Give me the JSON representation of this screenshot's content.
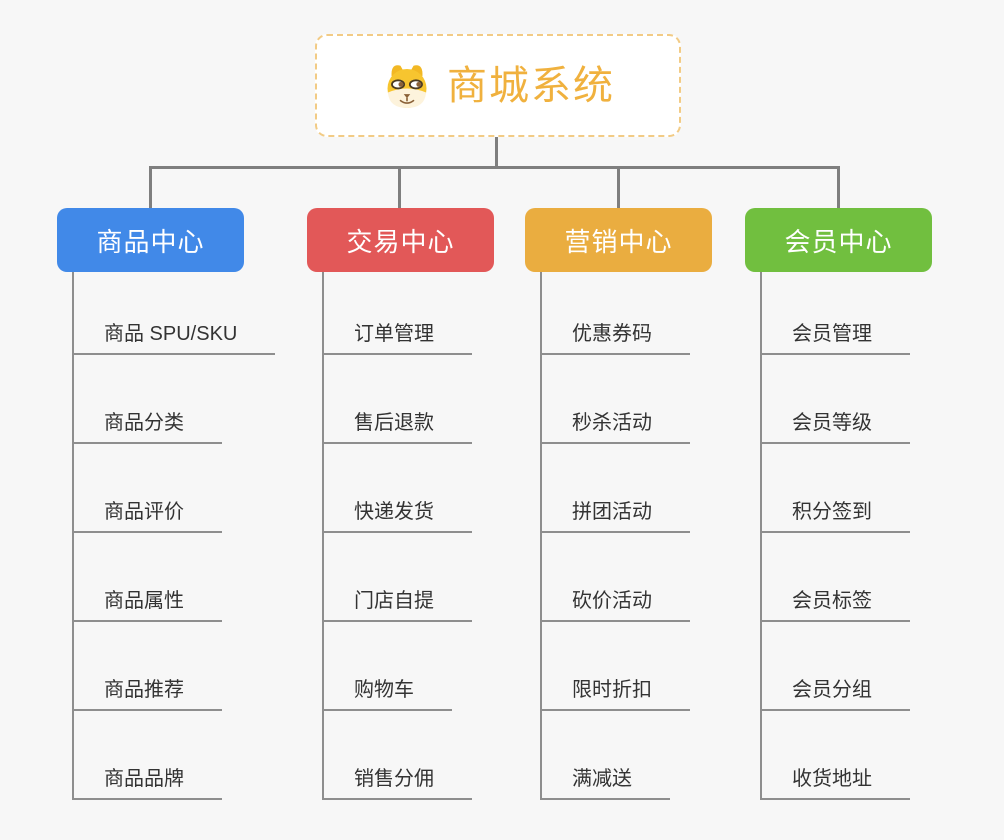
{
  "page": {
    "background_color": "#f7f7f7",
    "connector_color": "#7f7f7f",
    "leaf_line_color": "#8e8e8e"
  },
  "root": {
    "label": "商城系统",
    "icon": "dog-face-icon",
    "text_color": "#f0b13e",
    "border_color": "#f2cb85"
  },
  "branches": [
    {
      "id": "product-center",
      "label": "商品中心",
      "color": "#4189e8",
      "items": [
        "商品 SPU/SKU",
        "商品分类",
        "商品评价",
        "商品属性",
        "商品推荐",
        "商品品牌"
      ]
    },
    {
      "id": "trade-center",
      "label": "交易中心",
      "color": "#e25858",
      "items": [
        "订单管理",
        "售后退款",
        "快递发货",
        "门店自提",
        "购物车",
        "销售分佣"
      ]
    },
    {
      "id": "marketing-center",
      "label": "营销中心",
      "color": "#eaad40",
      "items": [
        "优惠券码",
        "秒杀活动",
        "拼团活动",
        "砍价活动",
        "限时折扣",
        "满减送"
      ]
    },
    {
      "id": "member-center",
      "label": "会员中心",
      "color": "#71bf3f",
      "items": [
        "会员管理",
        "会员等级",
        "积分签到",
        "会员标签",
        "会员分组",
        "收货地址"
      ]
    }
  ]
}
